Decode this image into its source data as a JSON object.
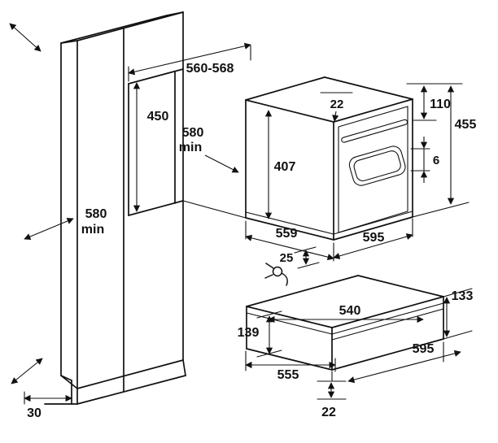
{
  "diagram": {
    "colors": {
      "line": "#111111",
      "background": "#ffffff"
    },
    "icons": {
      "power_plug": "plug-icon"
    },
    "labels": {
      "niche_width": "560-568",
      "oven_top_clearance": "22",
      "top_offset": "110",
      "niche_height_right": "455",
      "niche_height_left": "450",
      "cabinet_depth_top_value": "580",
      "cabinet_depth_top_min": "min",
      "oven_height": "407",
      "bottom_gap": "6",
      "cabinet_depth_left_value": "580",
      "cabinet_depth_left_min": "min",
      "oven_depth": "559",
      "oven_width": "595",
      "socket_clearance": "25",
      "drawer_inner_width": "540",
      "drawer_height_right": "133",
      "drawer_height_left": "139",
      "drawer_width": "595",
      "drawer_depth": "555",
      "drawer_bottom_clearance": "22",
      "plinth_recess": "30"
    }
  }
}
